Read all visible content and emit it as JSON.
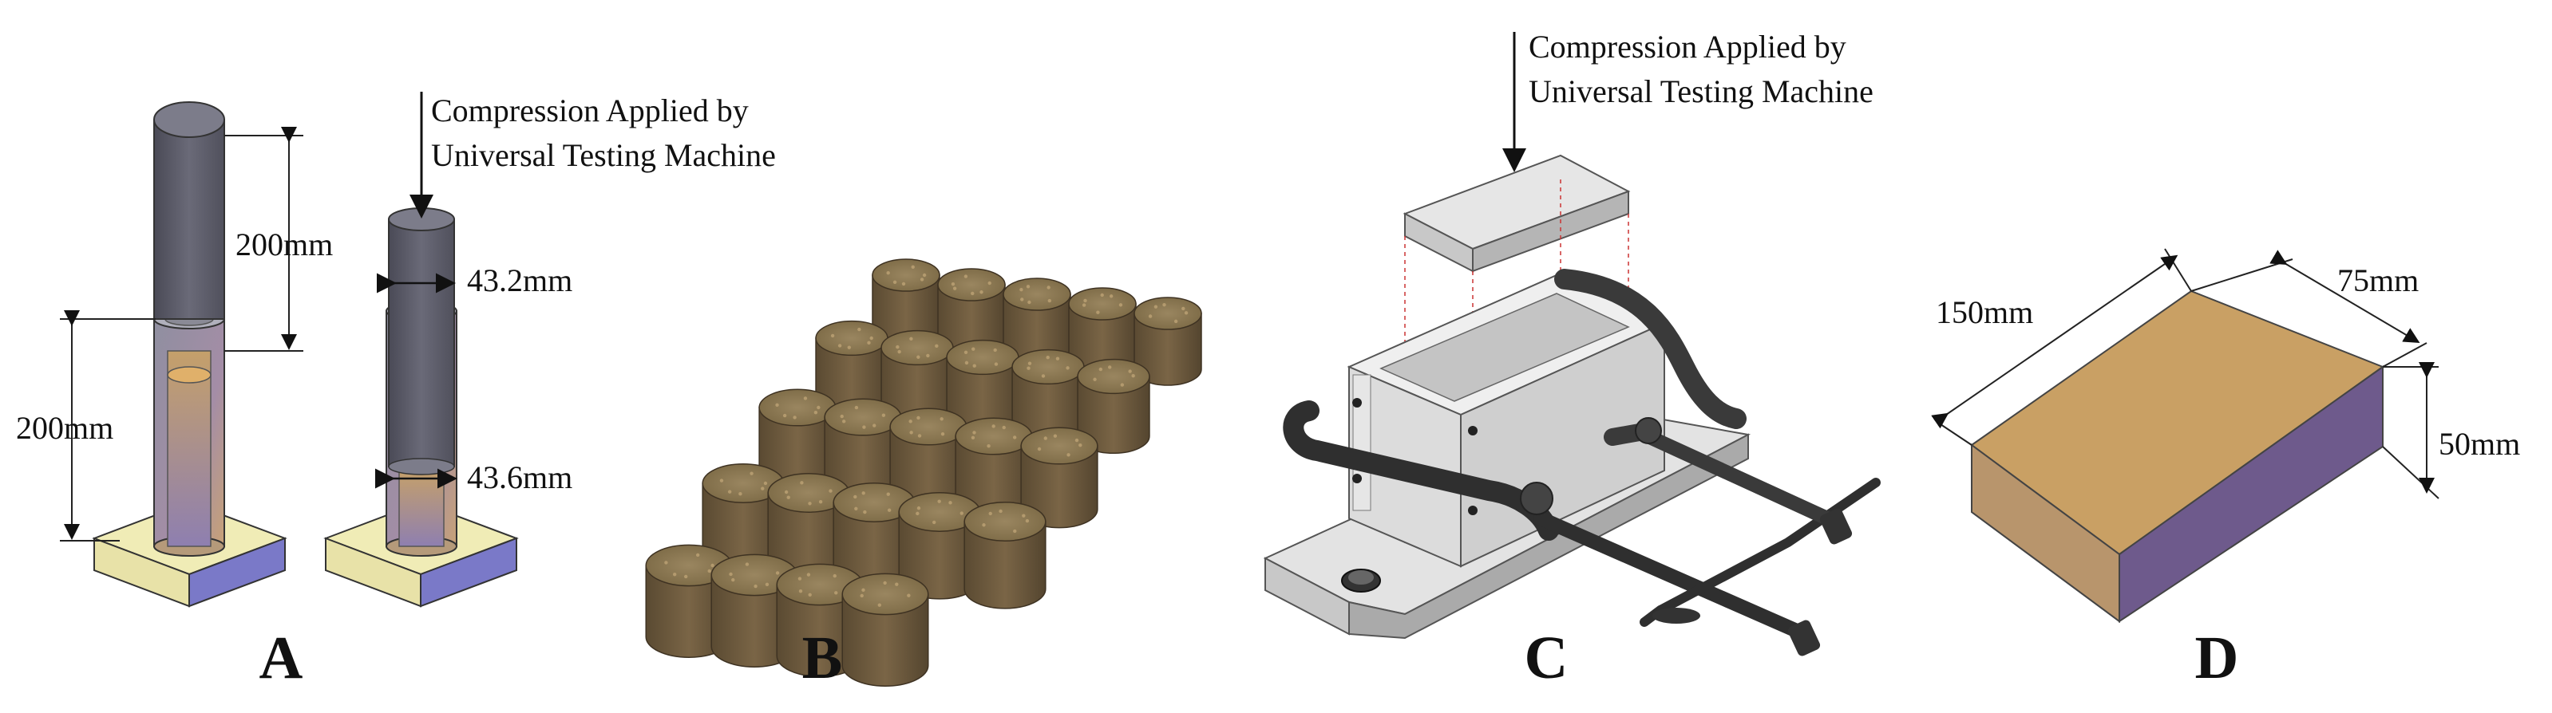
{
  "panels": {
    "a": {
      "label": "A",
      "dim_rod_length": "200mm",
      "dim_tube_length": "200mm",
      "dim_rod_diameter": "43.2mm",
      "dim_bore_diameter": "43.6mm",
      "note_line1": "Compression Applied by",
      "note_line2": "Universal Testing Machine"
    },
    "b": {
      "label": "B",
      "sample_rows": [
        5,
        5,
        5,
        5,
        4
      ]
    },
    "c": {
      "label": "C",
      "note_line1": "Compression Applied by",
      "note_line2": "Universal Testing Machine"
    },
    "d": {
      "label": "D",
      "dim_length": "150mm",
      "dim_width": "75mm",
      "dim_height": "50mm"
    }
  },
  "colors": {
    "rod": "#5a5a66",
    "tube_grad_top": "#9a9aa6",
    "tube_grad_bottom": "#c2a27a",
    "base_top": "#f0ecb6",
    "base_side": "#7a79c8",
    "sample_side": "#6b5a3e",
    "sample_top": "#8d7a56",
    "mould_body": "#d9d9d9",
    "clamp": "#444444",
    "brick_top": "#c9a064",
    "brick_front": "#b8956c",
    "brick_side": "#6e5a8c"
  }
}
